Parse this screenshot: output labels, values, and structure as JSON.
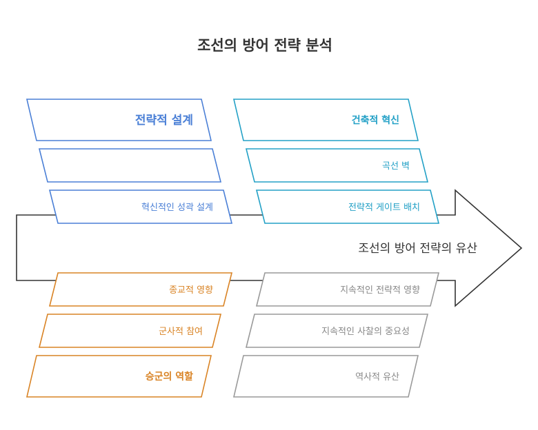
{
  "title": "조선의 방어 전략 분석",
  "arrow_label": "조선의 방어 전략의 유산",
  "colors": {
    "blue": "#4a7fd6",
    "teal": "#22a0c6",
    "orange": "#d98324",
    "gray": "#999999",
    "arrow": "#333333"
  },
  "groups": {
    "strategic_design": {
      "header": "전략적 설계",
      "items": [
        "",
        "혁신적인 성곽 설계"
      ]
    },
    "architectural_innovation": {
      "header": "건축적 혁신",
      "items": [
        "곡선 벽",
        "전략적 게이트 배치"
      ]
    },
    "religious_influence": {
      "items": [
        "종교적 영향",
        "군사적 참여"
      ],
      "header": "승군의 역할"
    },
    "lasting_strategic_impact": {
      "items": [
        "지속적인 전략적 영향",
        "지속적인 사찰의 중요성"
      ],
      "header": "역사적 유산"
    }
  }
}
